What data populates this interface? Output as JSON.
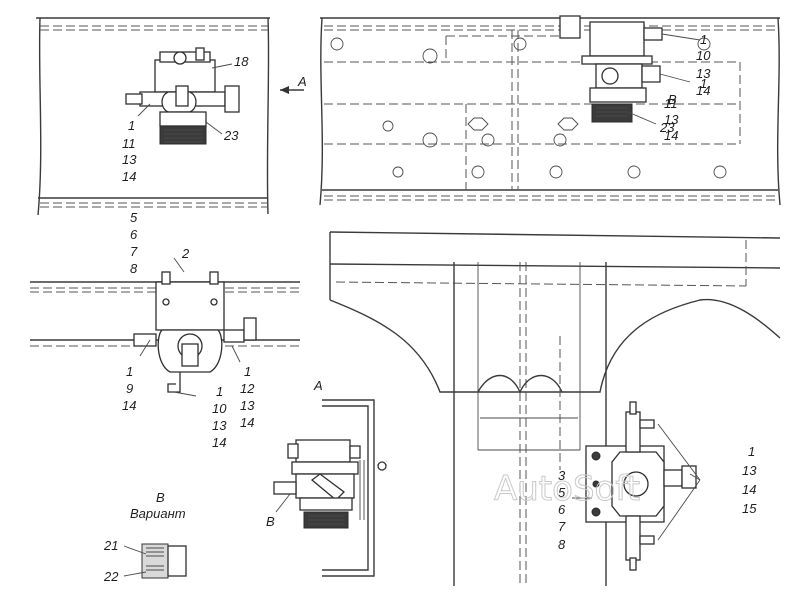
{
  "watermark": "AutoSoft",
  "view_a": {
    "arrow_label": "A",
    "title": "A"
  },
  "view_b": {
    "title": "B",
    "subtitle": "Вариант"
  },
  "top_left_callouts": {
    "c18": "18",
    "c1": "1",
    "c11": "11",
    "c13": "13",
    "c14": "14",
    "c23": "23"
  },
  "top_right_callouts": {
    "r1": "1",
    "r10": "10",
    "r1b": "1",
    "r13": "13",
    "r14": "14",
    "b_label": "B",
    "r11": "11",
    "r13b": "13",
    "r14b": "14",
    "r23": "23"
  },
  "mid_left_callouts": {
    "c5": "5",
    "c6": "6",
    "c7": "7",
    "c8": "8",
    "c2": "2",
    "c1": "1",
    "c9": "9",
    "c14": "14",
    "c1b": "1",
    "c10": "10",
    "c13": "13",
    "c14b": "14",
    "c1c": "1",
    "c12": "12",
    "c13b": "13",
    "c14c": "14"
  },
  "view_a_callouts": {
    "b_label": "B"
  },
  "view_b_callouts": {
    "c21": "21",
    "c22": "22"
  },
  "right_callouts": {
    "c1": "1",
    "c13": "13",
    "c14": "14",
    "c15": "15",
    "c3": "3",
    "c5": "5",
    "c6": "6",
    "c7": "7",
    "c8": "8"
  }
}
